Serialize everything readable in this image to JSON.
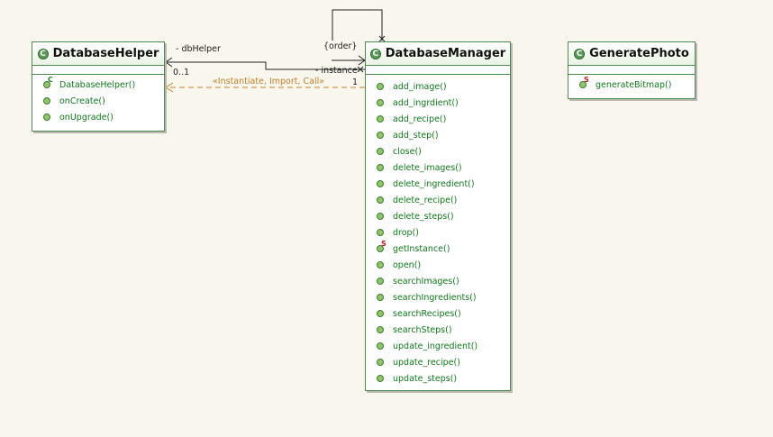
{
  "classes": {
    "helper": {
      "name": "DatabaseHelper",
      "icon": "class-icon",
      "icon_glyph": "C",
      "operations": [
        {
          "label": "DatabaseHelper()",
          "modifier": "C",
          "modifier_kind": "constructor"
        },
        {
          "label": "onCreate()",
          "modifier": "",
          "modifier_kind": ""
        },
        {
          "label": "onUpgrade()",
          "modifier": "",
          "modifier_kind": ""
        }
      ]
    },
    "manager": {
      "name": "DatabaseManager",
      "icon": "class-icon",
      "icon_glyph": "C",
      "operations": [
        {
          "label": "add_image()",
          "modifier": "",
          "modifier_kind": ""
        },
        {
          "label": "add_ingrdient()",
          "modifier": "",
          "modifier_kind": ""
        },
        {
          "label": "add_recipe()",
          "modifier": "",
          "modifier_kind": ""
        },
        {
          "label": "add_step()",
          "modifier": "",
          "modifier_kind": ""
        },
        {
          "label": "close()",
          "modifier": "",
          "modifier_kind": ""
        },
        {
          "label": "delete_images()",
          "modifier": "",
          "modifier_kind": ""
        },
        {
          "label": "delete_ingredient()",
          "modifier": "",
          "modifier_kind": ""
        },
        {
          "label": "delete_recipe()",
          "modifier": "",
          "modifier_kind": ""
        },
        {
          "label": "delete_steps()",
          "modifier": "",
          "modifier_kind": ""
        },
        {
          "label": "drop()",
          "modifier": "",
          "modifier_kind": ""
        },
        {
          "label": "getInstance()",
          "modifier": "S",
          "modifier_kind": "static"
        },
        {
          "label": "open()",
          "modifier": "",
          "modifier_kind": ""
        },
        {
          "label": "searchImages()",
          "modifier": "",
          "modifier_kind": ""
        },
        {
          "label": "searchIngredients()",
          "modifier": "",
          "modifier_kind": ""
        },
        {
          "label": "searchRecipes()",
          "modifier": "",
          "modifier_kind": ""
        },
        {
          "label": "searchSteps()",
          "modifier": "",
          "modifier_kind": ""
        },
        {
          "label": "update_ingredient()",
          "modifier": "",
          "modifier_kind": ""
        },
        {
          "label": "update_recipe()",
          "modifier": "",
          "modifier_kind": ""
        },
        {
          "label": "update_steps()",
          "modifier": "",
          "modifier_kind": ""
        }
      ]
    },
    "photo": {
      "name": "GeneratePhoto",
      "icon": "class-icon",
      "icon_glyph": "C",
      "operations": [
        {
          "label": "generateBitmap()",
          "modifier": "S",
          "modifier_kind": "static"
        }
      ]
    }
  },
  "relations": {
    "db_helper_role": "- dbHelper",
    "db_helper_multiplicity": "0..1",
    "instance_role": "- instance",
    "instance_constraint": "{order}",
    "dependency_stereotype": "«Instantiate, Import, Call»",
    "dependency_multiplicity": "1"
  },
  "colors": {
    "background": "#f9f6ee",
    "class_border": "#4f8a4f",
    "operation_text": "#0e7a1a",
    "dependency": "#c0802a",
    "static_modifier": "#c01c1c",
    "constructor_modifier": "#1a8a1a"
  }
}
